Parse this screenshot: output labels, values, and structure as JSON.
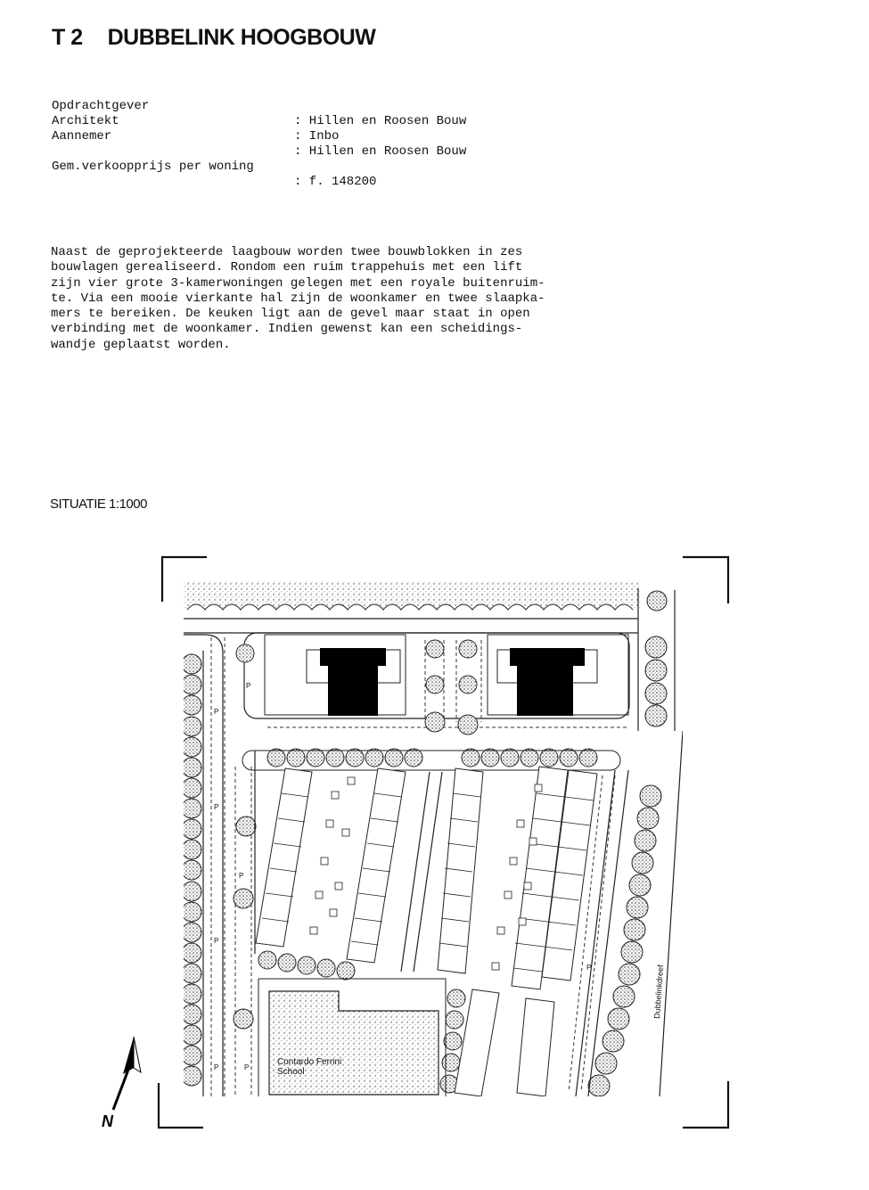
{
  "header": {
    "code": "T 2",
    "title": "DUBBELINK HOOGBOUW"
  },
  "meta": [
    {
      "label": "Opdrachtgever",
      "value": ": Hillen en Roosen Bouw"
    },
    {
      "label": "Architekt",
      "value": ": Inbo"
    },
    {
      "label": "Aannemer",
      "value": ": Hillen en Roosen Bouw"
    },
    {
      "label": "Gem.verkoopprijs per woning",
      "value": ": f. 148200"
    }
  ],
  "description": [
    "Naast de geprojekteerde laagbouw worden twee bouwblokken in zes",
    "bouwlagen gerealiseerd. Rondom een ruim trappehuis met een lift",
    "zijn vier grote 3-kamerwoningen gelegen met een royale buitenruim-",
    "te. Via een mooie vierkante hal zijn de woonkamer en twee slaapka-",
    "mers te bereiken. De keuken ligt aan de gevel maar staat in open",
    "verbinding met de woonkamer. Indien gewenst kan een scheidings-",
    "wandje geplaatst worden."
  ],
  "situatie_label": "SITUATIE 1:1000",
  "map": {
    "school_label_1": "Contardo Ferrini",
    "school_label_2": "School",
    "street_label": "Dubbelinkdreef",
    "parking_mark": "P",
    "north_label": "N"
  }
}
